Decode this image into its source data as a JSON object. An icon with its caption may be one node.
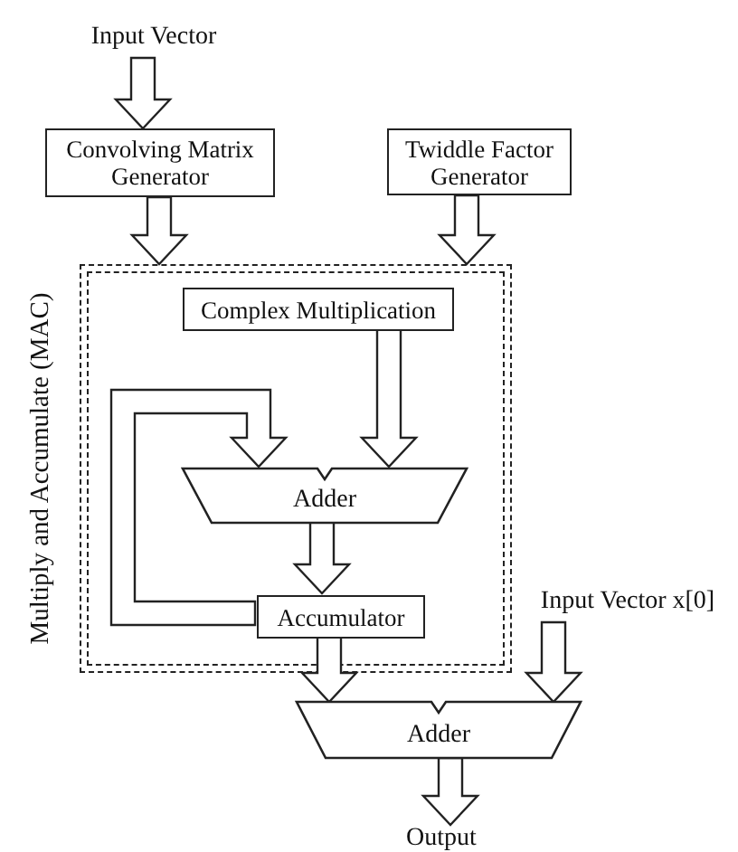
{
  "diagram": {
    "nodes": [
      {
        "text": [
          "Input Vector"
        ]
      },
      {
        "text": [
          "Convolving Matrix Generator"
        ]
      },
      {
        "text": [
          "Twiddle Factor Generator"
        ]
      },
      {
        "text": [
          "Multiply and Accumulate (MAC)"
        ]
      },
      {
        "text": [
          "Complex Multiplication"
        ],
        "in": 3
      },
      {
        "text": [
          "Adder"
        ],
        "in": 3
      },
      {
        "text": [
          "Accumulator"
        ],
        "in": 3
      },
      {
        "text": [
          "Input Vector x[0]"
        ]
      },
      {
        "text": [
          "Adder"
        ]
      },
      {
        "text": [
          "Output"
        ]
      }
    ],
    "edges": [
      {
        "from": 0,
        "to": 1,
        "arrow": "to"
      },
      {
        "from": 1,
        "to": 3,
        "arrow": "to"
      },
      {
        "from": 2,
        "to": 3,
        "arrow": "to"
      },
      {
        "from": 4,
        "to": 5,
        "arrow": "to"
      },
      {
        "from": 6,
        "to": 5,
        "arrow": "to"
      },
      {
        "from": 5,
        "to": 6,
        "arrow": "to"
      },
      {
        "from": 6,
        "to": 8,
        "arrow": "to"
      },
      {
        "from": 7,
        "to": 8,
        "arrow": "to"
      },
      {
        "from": 8,
        "to": 9,
        "arrow": "to"
      }
    ]
  }
}
